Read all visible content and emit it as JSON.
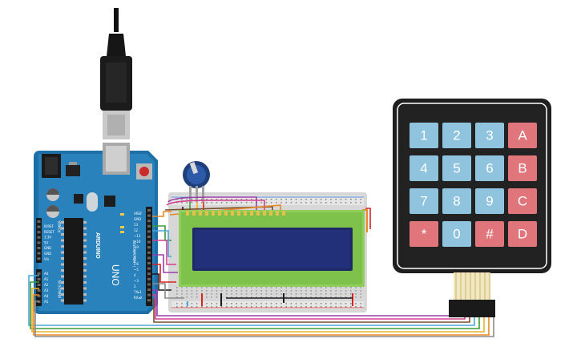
{
  "board": {
    "name": "UNO",
    "brand": "ARDUINO",
    "pin_labels_digital": [
      "AREF",
      "GND",
      "13",
      "12",
      "~11",
      "~10",
      "~9",
      "8",
      "7",
      "~6",
      "~5",
      "4",
      "~3",
      "2",
      "TX▸1",
      "RX◂0"
    ],
    "pin_labels_power": [
      "IOREF",
      "RESET",
      "3.3V",
      "5V",
      "GND",
      "GND",
      "Vin"
    ],
    "pin_labels_analog": [
      "A0",
      "A1",
      "A2",
      "A3",
      "A4",
      "A5"
    ],
    "section_digital": "DIGITAL (PWM~)",
    "section_power": "POWER",
    "section_analog": "ANALOG IN",
    "led_labels": [
      "L",
      "TX",
      "RX"
    ]
  },
  "keypad": {
    "keys": [
      [
        "1",
        "2",
        "3",
        "A"
      ],
      [
        "4",
        "5",
        "6",
        "B"
      ],
      [
        "7",
        "8",
        "9",
        "C"
      ],
      [
        "*",
        "0",
        "#",
        "D"
      ]
    ],
    "colors": {
      "digit": "#8fc3de",
      "letter": "#e0767b",
      "frame": "#1f1f1f"
    }
  },
  "lcd": {
    "screen_color": "#1e2a66",
    "bezel_color": "#8fce5a"
  },
  "wire_colors": {
    "red": "#d8231f",
    "green": "#3a9b3a",
    "yellow": "#e8b32a",
    "orange": "#e7892a",
    "purple": "#9a3fa8",
    "pink": "#d4418e",
    "brown": "#7a4f2a",
    "blue": "#4aa6d9",
    "gray": "#8a8a8a",
    "black": "#1a1a1a"
  }
}
